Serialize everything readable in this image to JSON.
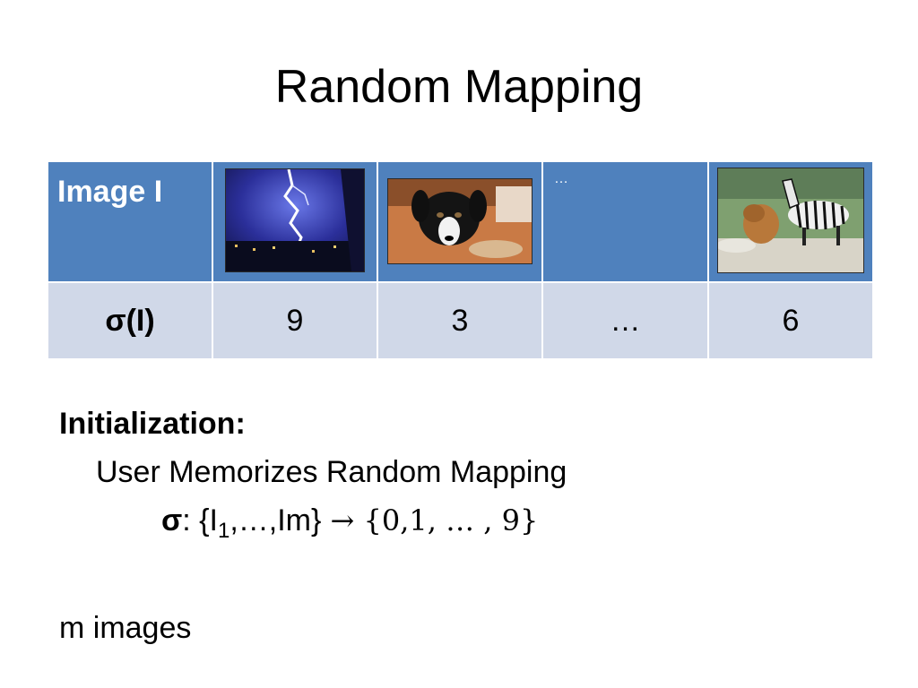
{
  "slide": {
    "title": "Random Mapping",
    "table": {
      "header_label": "Image I",
      "header_ellipsis": "…",
      "row_label": "σ(I)",
      "values": [
        "9",
        "3",
        "…",
        "6"
      ],
      "images": [
        {
          "name": "lightning-image"
        },
        {
          "name": "dog-image"
        },
        {
          "name": "zebra-lion-image"
        }
      ]
    },
    "body": {
      "heading": "Initialization:",
      "line1": "User Memorizes Random Mapping",
      "sigma": "σ",
      "mapping_colon": ": ",
      "set_left": "{I",
      "subscript": "1",
      "set_left_rest": ",…,Im}",
      "arrow": " → ",
      "set_right": "{0,1, … , 9}",
      "footer": "m images"
    }
  }
}
